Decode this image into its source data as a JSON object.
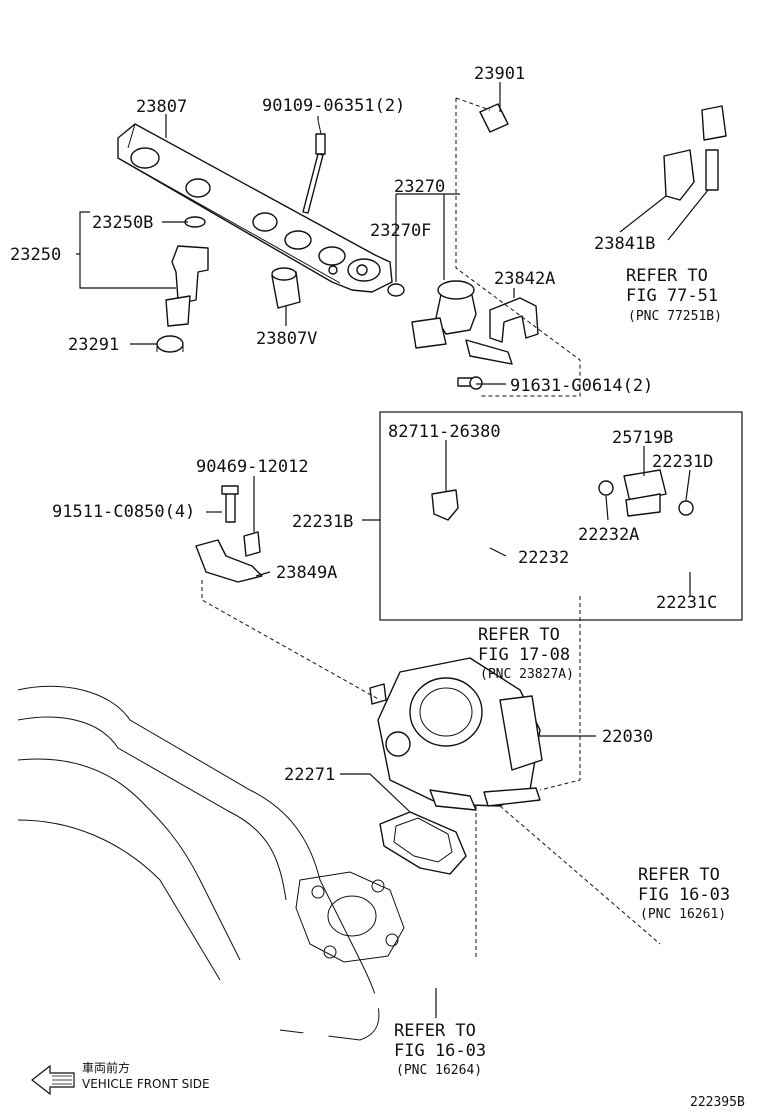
{
  "labels": {
    "p23807": "23807",
    "p90109": "90109-06351(2)",
    "p23901": "23901",
    "p23270": "23270",
    "p23250b": "23250B",
    "p23250": "23250",
    "p23270f": "23270F",
    "p23842a": "23842A",
    "p23841b": "23841B",
    "p23807v": "23807V",
    "p23291": "23291",
    "p91631": "91631-G0614(2)",
    "p82711": "82711-26380",
    "p25719b": "25719B",
    "p22231d": "22231D",
    "p90469": "90469-12012",
    "p91511": "91511-C0850(4)",
    "p22231b": "22231B",
    "p22232a": "22232A",
    "p22232": "22232",
    "p23849a": "23849A",
    "p22231c": "22231C",
    "p22030": "22030",
    "p22271": "22271"
  },
  "refs": {
    "r7751": {
      "line1": "REFER TO",
      "line2": "FIG 77-51",
      "line3": "(PNC 77251B)"
    },
    "r1708": {
      "line1": "REFER TO",
      "line2": "FIG 17-08",
      "line3": "(PNC 23827A)"
    },
    "r1603a": {
      "line1": "REFER TO",
      "line2": "FIG 16-03",
      "line3": "(PNC 16261)"
    },
    "r1603b": {
      "line1": "REFER TO",
      "line2": "FIG 16-03",
      "line3": "(PNC 16264)"
    }
  },
  "footer": {
    "direction_jp": "車両前方",
    "direction_en": "VEHICLE FRONT SIDE",
    "figure_code": "222395B"
  },
  "colors": {
    "ink": "#111111",
    "paper": "#ffffff"
  }
}
